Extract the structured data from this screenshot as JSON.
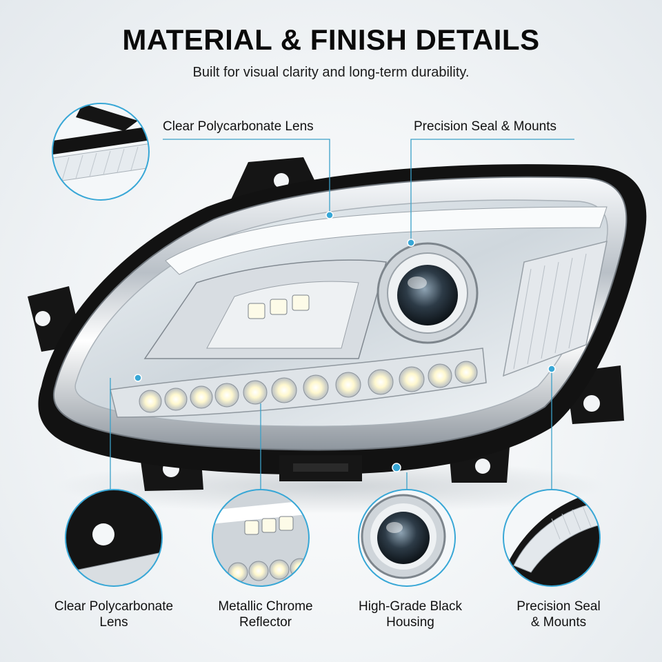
{
  "header": {
    "title": "MATERIAL & FINISH DETAILS",
    "subtitle": "Built for visual clarity and long-term durability."
  },
  "callouts_top": [
    {
      "label": "Clear Polycarbonate Lens"
    },
    {
      "label": "Precision Seal & Mounts"
    }
  ],
  "callouts_bottom": [
    {
      "label_line1": "Clear Polycarbonate",
      "label_line2": "Lens"
    },
    {
      "label_line1": "Metallic Chrome",
      "label_line2": "Reflector"
    },
    {
      "label_line1": "High-Grade Black",
      "label_line2": "Housing"
    },
    {
      "label_line1": "Precision Seal",
      "label_line2": "& Mounts"
    }
  ],
  "colors": {
    "accent": "#38a7d6",
    "housing": "#141414",
    "chrome": "#c9ced3",
    "led": "#fff6c8"
  },
  "icons": [
    "headlight-assembly-image",
    "lens-detail-magnifier",
    "chrome-reflector-magnifier",
    "projector-lens-magnifier",
    "seal-mount-magnifier"
  ]
}
